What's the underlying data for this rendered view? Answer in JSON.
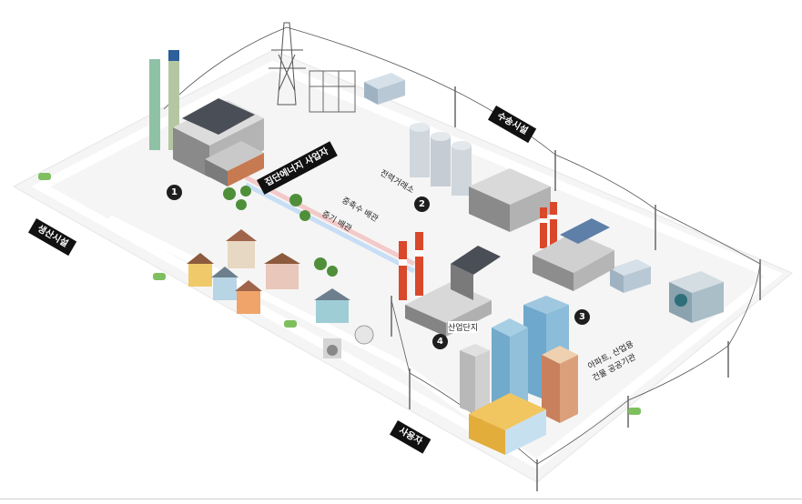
{
  "labels": {
    "cogen": "집단에너지 사업자",
    "power_exchange": "전력거래소",
    "substation": "수송시설",
    "production": "생산시설",
    "consumer": "사용자",
    "industrial": "산업단지",
    "apartment_line1": "아파트, 산업용",
    "apartment_line2": "건물 공공기관",
    "hot_water_pipe": "중축수 배관",
    "steam_pipe": "증기 배관"
  },
  "markers": [
    "1",
    "2",
    "3",
    "4"
  ],
  "colors": {
    "ground": "#f4f4f4",
    "road": "#ebebeb",
    "tag_bg": "#111111",
    "pipe_hot": "#f7c6c6",
    "pipe_cold": "#c8dff7",
    "chimney_red": "#d9482b",
    "glass": "#7ab6d8",
    "tree": "#4f8f3a"
  }
}
